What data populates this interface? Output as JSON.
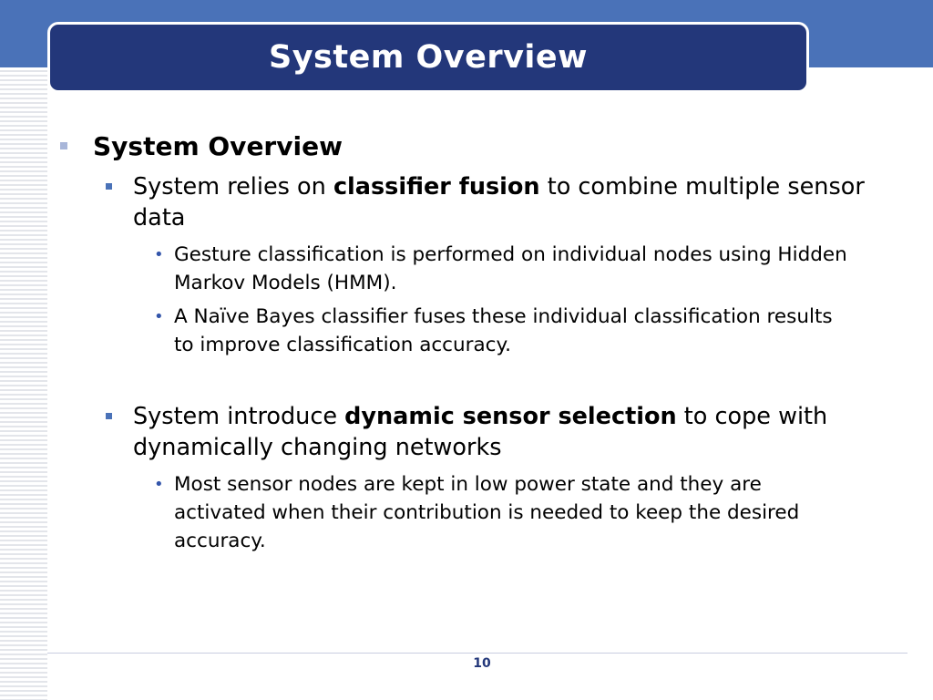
{
  "slide": {
    "title": "System Overview",
    "heading": "System Overview",
    "page_number": "10"
  },
  "bullets": [
    {
      "pre": "System relies on ",
      "bold": "classifier fusion",
      "post": " to combine multiple sensor data",
      "subs": [
        "Gesture classification is performed on individual nodes using Hidden Markov Models (HMM).",
        "A Naïve Bayes classifier fuses these individual classification results to improve classification accuracy."
      ]
    },
    {
      "pre": "System introduce ",
      "bold": "dynamic sensor selection",
      "post": " to cope with dynamically changing networks",
      "subs": [
        "Most sensor nodes are kept in low power state and they are activated when their contribution is needed to keep the desired accuracy."
      ]
    }
  ],
  "colors": {
    "top_band": "#4a72b8",
    "title_bar": "#23377a",
    "level1_marker": "#a8b6d9",
    "level2_marker": "#4a72b8"
  }
}
